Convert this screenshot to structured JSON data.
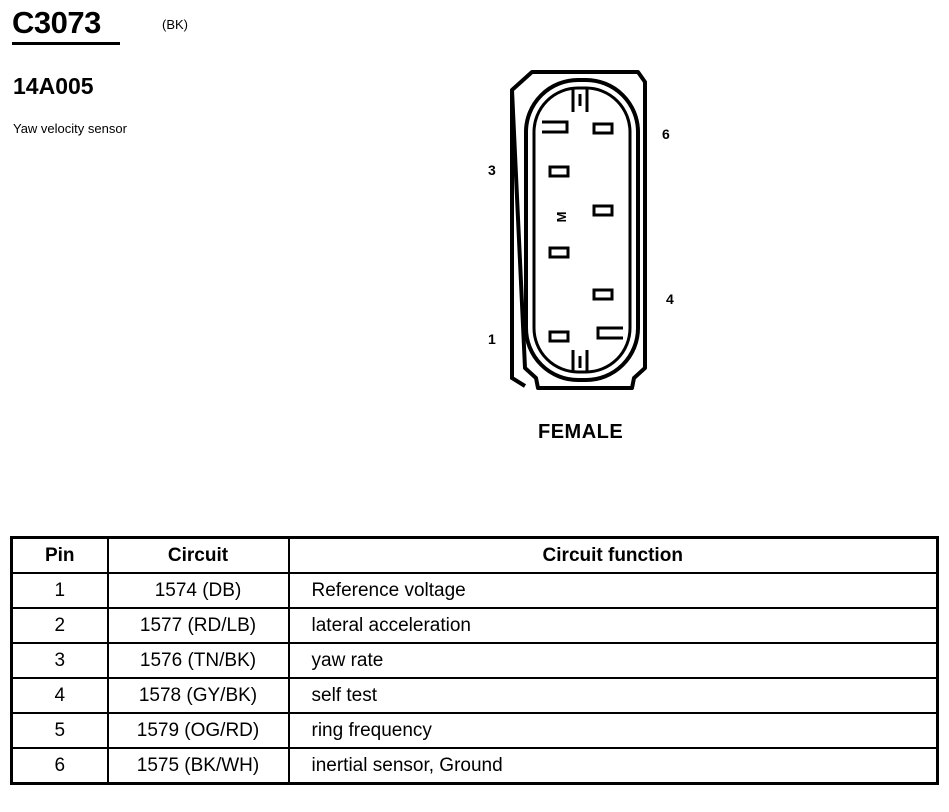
{
  "header": {
    "connector_id": "C3073",
    "connector_color": "(BK)",
    "part_number": "14A005",
    "component_name": "Yaw velocity sensor"
  },
  "diagram": {
    "view": "FEMALE",
    "pin_labels": {
      "pin_1": "1",
      "pin_3": "3",
      "pin_4": "4",
      "pin_6": "6",
      "key_mark": "M"
    }
  },
  "table": {
    "headers": {
      "pin": "Pin",
      "circuit": "Circuit",
      "function": "Circuit function"
    },
    "rows": [
      {
        "pin": "1",
        "circuit": "1574 (DB)",
        "function": "Reference voltage"
      },
      {
        "pin": "2",
        "circuit": "1577 (RD/LB)",
        "function": "lateral acceleration"
      },
      {
        "pin": "3",
        "circuit": "1576 (TN/BK)",
        "function": "yaw rate"
      },
      {
        "pin": "4",
        "circuit": "1578 (GY/BK)",
        "function": "self test"
      },
      {
        "pin": "5",
        "circuit": "1579 (OG/RD)",
        "function": "ring frequency"
      },
      {
        "pin": "6",
        "circuit": "1575 (BK/WH)",
        "function": "inertial sensor, Ground"
      }
    ]
  }
}
